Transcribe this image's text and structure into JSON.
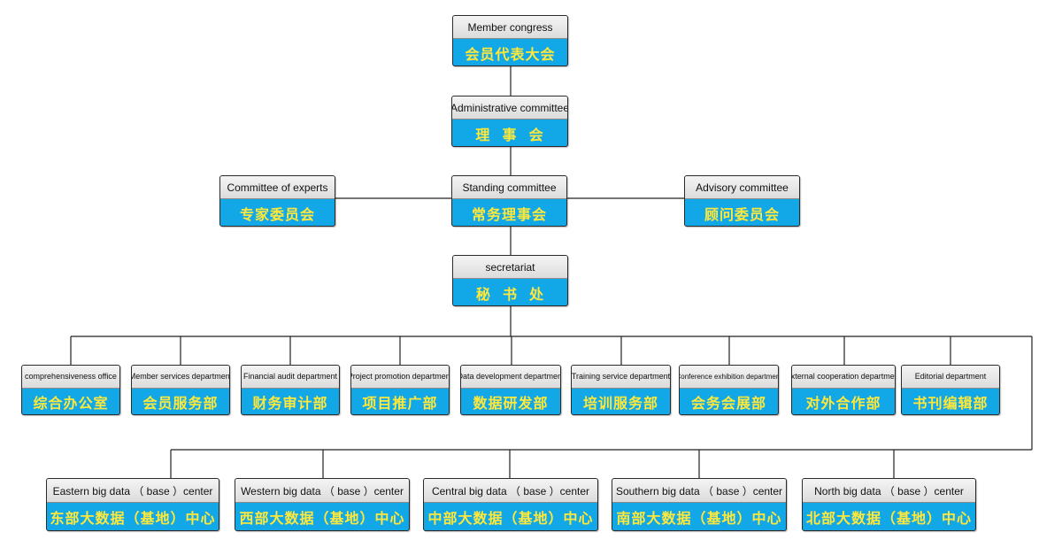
{
  "colors": {
    "header": "#e2e2e2",
    "body": "#12a7e6",
    "cn_text": "#ffe83a",
    "line": "#222222"
  },
  "nodes": {
    "congress": {
      "en": "Member congress",
      "cn": "会员代表大会"
    },
    "admin": {
      "en": "Administrative committee",
      "cn": "理  事  会"
    },
    "experts": {
      "en": "Committee of experts",
      "cn": "专家委员会"
    },
    "standing": {
      "en": "Standing committee",
      "cn": "常务理事会"
    },
    "advisory": {
      "en": "Advisory committee",
      "cn": "顾问委员会"
    },
    "secretariat": {
      "en": "secretariat",
      "cn": "秘  书  处"
    },
    "office": {
      "en": "comprehensiveness office",
      "cn": "综合办公室"
    },
    "member_services": {
      "en": "Member services department",
      "cn": "会员服务部"
    },
    "financial": {
      "en": "Financial audit department",
      "cn": "财务审计部"
    },
    "project": {
      "en": "Project promotion department",
      "cn": "项目推广部"
    },
    "data_dev": {
      "en": "Data development department",
      "cn": "数据研发部"
    },
    "training": {
      "en": "Training service department",
      "cn": "培训服务部"
    },
    "conference": {
      "en": "Conference exhibition department",
      "cn": "会务会展部"
    },
    "external": {
      "en": "External cooperation department",
      "cn": "对外合作部"
    },
    "editorial": {
      "en": "Editorial department",
      "cn": "书刊编辑部"
    },
    "eastern": {
      "en": "Eastern big data （ base ）center",
      "cn": "东部大数据（基地）中心"
    },
    "western": {
      "en": "Western big data （ base ）center",
      "cn": "西部大数据（基地）中心"
    },
    "central": {
      "en": "Central big data （ base ）center",
      "cn": "中部大数据（基地）中心"
    },
    "southern": {
      "en": "Southern big data （ base ）center",
      "cn": "南部大数据（基地）中心"
    },
    "north": {
      "en": "North big data （ base ）center",
      "cn": "北部大数据（基地）中心"
    }
  }
}
